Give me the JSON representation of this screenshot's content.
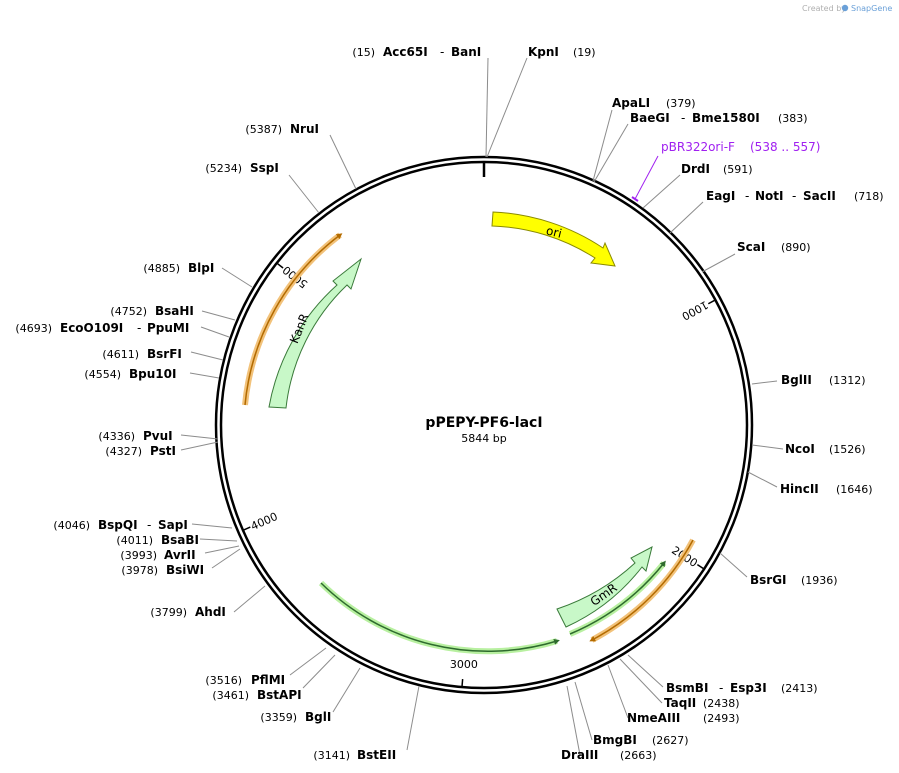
{
  "credit": {
    "prefix": "Created by",
    "brand": "SnapGene"
  },
  "plasmid": {
    "name": "pPEPY-PF6-lacI",
    "size_label": "5844 bp",
    "length": 5844
  },
  "ticks": [
    {
      "bp": 1000,
      "label": "1000"
    },
    {
      "bp": 2000,
      "label": "2000"
    },
    {
      "bp": 3000,
      "label": "3000"
    },
    {
      "bp": 4000,
      "label": "4000"
    },
    {
      "bp": 5000,
      "label": "5000"
    }
  ],
  "features": [
    {
      "name": "ori",
      "color": "#ffff00",
      "stroke": "#8a8a00"
    },
    {
      "name": "KanR",
      "color": "#c8f8c8",
      "stroke": "#3a7a3a"
    },
    {
      "name": "GmR",
      "color": "#c8f8c8",
      "stroke": "#3a7a3a"
    }
  ],
  "sites": [
    {
      "id": "acc65i",
      "pos": "(15)",
      "parts": [
        "Acc65I",
        "BanI"
      ]
    },
    {
      "id": "kpni",
      "pos": "(19)",
      "parts": [
        "KpnI"
      ]
    },
    {
      "id": "apali",
      "pos": "(379)",
      "parts": [
        "ApaLI"
      ]
    },
    {
      "id": "baegi",
      "pos": "(383)",
      "parts": [
        "BaeGI",
        "Bme1580I"
      ]
    },
    {
      "id": "drdi",
      "pos": "(591)",
      "parts": [
        "DrdI"
      ]
    },
    {
      "id": "eagi",
      "pos": "(718)",
      "parts": [
        "EagI",
        "NotI",
        "SacII"
      ]
    },
    {
      "id": "scai",
      "pos": "(890)",
      "parts": [
        "ScaI"
      ]
    },
    {
      "id": "bglii",
      "pos": "(1312)",
      "parts": [
        "BglII"
      ]
    },
    {
      "id": "ncoi",
      "pos": "(1526)",
      "parts": [
        "NcoI"
      ]
    },
    {
      "id": "hincii",
      "pos": "(1646)",
      "parts": [
        "HincII"
      ]
    },
    {
      "id": "bsrgi",
      "pos": "(1936)",
      "parts": [
        "BsrGI"
      ]
    },
    {
      "id": "bsmbi",
      "pos": "(2413)",
      "parts": [
        "BsmBI",
        "Esp3I"
      ]
    },
    {
      "id": "taqii",
      "pos": "(2438)",
      "parts": [
        "TaqII"
      ]
    },
    {
      "id": "nmeaiii",
      "pos": "(2493)",
      "parts": [
        "NmeAIII"
      ]
    },
    {
      "id": "bmgbi",
      "pos": "(2627)",
      "parts": [
        "BmgBI"
      ]
    },
    {
      "id": "draiii",
      "pos": "(2663)",
      "parts": [
        "DraIII"
      ]
    },
    {
      "id": "bsteii",
      "pos": "(3141)",
      "parts": [
        "BstEII"
      ]
    },
    {
      "id": "bgli",
      "pos": "(3359)",
      "parts": [
        "BglI"
      ]
    },
    {
      "id": "bstapi",
      "pos": "(3461)",
      "parts": [
        "BstAPI"
      ]
    },
    {
      "id": "pflmi",
      "pos": "(3516)",
      "parts": [
        "PflMI"
      ]
    },
    {
      "id": "ahdi",
      "pos": "(3799)",
      "parts": [
        "AhdI"
      ]
    },
    {
      "id": "bsiwi",
      "pos": "(3978)",
      "parts": [
        "BsiWI"
      ]
    },
    {
      "id": "avrii",
      "pos": "(3993)",
      "parts": [
        "AvrII"
      ]
    },
    {
      "id": "bsabi",
      "pos": "(4011)",
      "parts": [
        "BsaBI"
      ]
    },
    {
      "id": "bspqi",
      "pos": "(4046)",
      "parts": [
        "BspQI",
        "SapI"
      ]
    },
    {
      "id": "psti",
      "pos": "(4327)",
      "parts": [
        "PstI"
      ]
    },
    {
      "id": "pvui",
      "pos": "(4336)",
      "parts": [
        "PvuI"
      ]
    },
    {
      "id": "bpu10i",
      "pos": "(4554)",
      "parts": [
        "Bpu10I"
      ]
    },
    {
      "id": "bsrfi",
      "pos": "(4611)",
      "parts": [
        "BsrFI"
      ]
    },
    {
      "id": "eco0109i",
      "pos": "(4693)",
      "parts": [
        "EcoO109I",
        "PpuMI"
      ]
    },
    {
      "id": "bsahi",
      "pos": "(4752)",
      "parts": [
        "BsaHI"
      ]
    },
    {
      "id": "blpi",
      "pos": "(4885)",
      "parts": [
        "BlpI"
      ]
    },
    {
      "id": "sspi",
      "pos": "(5234)",
      "parts": [
        "SspI"
      ]
    },
    {
      "id": "nrui",
      "pos": "(5387)",
      "parts": [
        "NruI"
      ]
    }
  ],
  "primers": [
    {
      "name": "pBR322ori-F",
      "range": "(538 .. 557)"
    }
  ]
}
